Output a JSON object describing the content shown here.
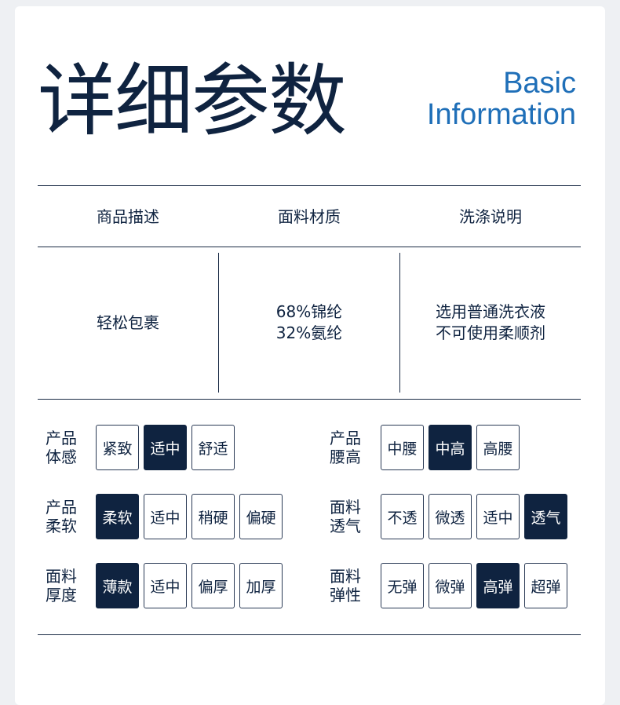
{
  "title": {
    "cn": "详细参数",
    "en_line1": "Basic",
    "en_line2": "Information"
  },
  "columns": [
    {
      "header": "商品描述",
      "body": [
        "轻松包裹"
      ]
    },
    {
      "header": "面料材质",
      "body": [
        "68%锦纶",
        "32%氨纶"
      ]
    },
    {
      "header": "洗涤说明",
      "body": [
        "选用普通洗衣液",
        "不可使用柔顺剂"
      ]
    }
  ],
  "attributes": [
    {
      "label": [
        "产品",
        "体感"
      ],
      "options": [
        "紧致",
        "适中",
        "舒适"
      ],
      "selected": 1
    },
    {
      "label": [
        "产品",
        "腰高"
      ],
      "options": [
        "中腰",
        "中高",
        "高腰"
      ],
      "selected": 1
    },
    {
      "label": [
        "产品",
        "柔软"
      ],
      "options": [
        "柔软",
        "适中",
        "稍硬",
        "偏硬"
      ],
      "selected": 0
    },
    {
      "label": [
        "面料",
        "透气"
      ],
      "options": [
        "不透",
        "微透",
        "适中",
        "透气"
      ],
      "selected": 3
    },
    {
      "label": [
        "面料",
        "厚度"
      ],
      "options": [
        "薄款",
        "适中",
        "偏厚",
        "加厚"
      ],
      "selected": 0
    },
    {
      "label": [
        "面料",
        "弹性"
      ],
      "options": [
        "无弹",
        "微弹",
        "高弹",
        "超弹"
      ],
      "selected": 2
    }
  ],
  "colors": {
    "navy": "#0f2340",
    "accent_blue": "#1f6fb8",
    "selected_bg": "#0f2340"
  }
}
